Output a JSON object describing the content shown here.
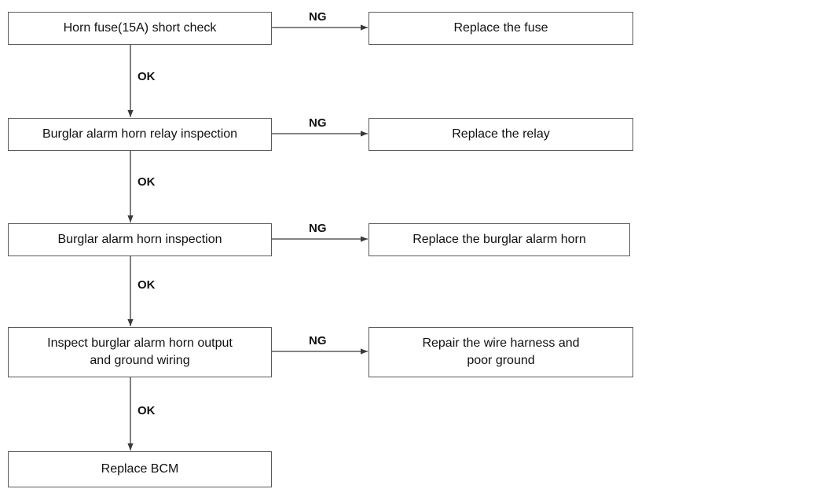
{
  "steps": [
    {
      "text": "Horn fuse(15A) short check",
      "ng_label": "NG",
      "action": "Replace the fuse",
      "ok_label": "OK"
    },
    {
      "text": "Burglar alarm horn relay inspection",
      "ng_label": "NG",
      "action": "Replace the relay",
      "ok_label": "OK"
    },
    {
      "text": "Burglar alarm horn inspection",
      "ng_label": "NG",
      "action": "Replace the burglar alarm horn",
      "ok_label": "OK"
    },
    {
      "text": "Inspect burglar alarm horn output\nand ground wiring",
      "ng_label": "NG",
      "action": "Repair the wire harness and\npoor ground",
      "ok_label": "OK"
    }
  ],
  "final": {
    "text": "Replace BCM"
  },
  "colors": {
    "line": "#3a3a3a",
    "box_border": "#5a5a5a"
  }
}
